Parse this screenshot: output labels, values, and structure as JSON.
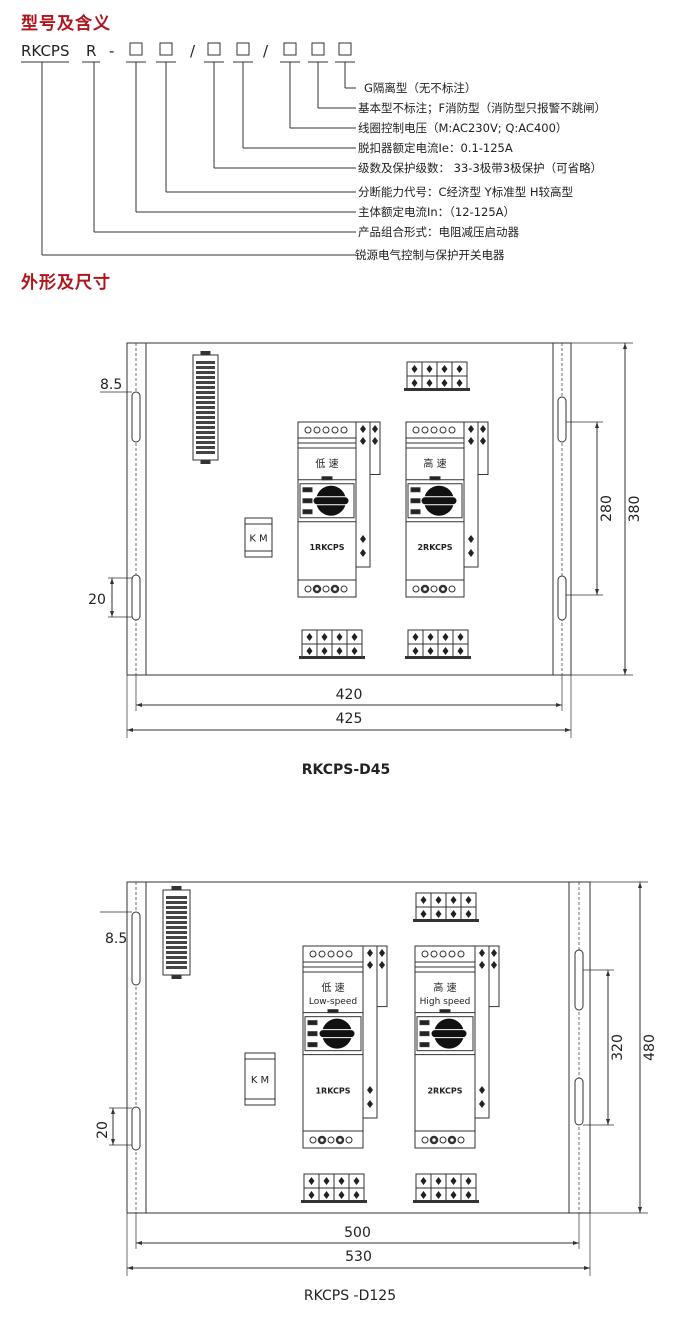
{
  "sections": {
    "model_title": "型号及含义",
    "dimensions_title": "外形及尺寸"
  },
  "model_code": {
    "prefix": "RKCPS",
    "r": "R",
    "dash": "-",
    "box": "□",
    "slash": "/"
  },
  "legend": [
    "G隔离型（无不标注）",
    "基本型不标注；F消防型（消防型只报警不跳闸）",
    "线圈控制电压（M:AC230V; Q:AC400）",
    "脱扣器额定电流Ie：0.1-125A",
    "级数及保护级数：  33-3极带3极保护（可省略）",
    "分断能力代号：C经济型   Y标准型   H较高型",
    "主体额定电流In：（12-125A）",
    "产品组合形式：电阻减压启动器",
    "锐源电气控制与保护开关电器"
  ],
  "diagrams": [
    {
      "name": "RKCPS-D45",
      "dims": {
        "slot_offset": "8.5",
        "slot_len": "20",
        "inner_height": "280",
        "height": "380",
        "inner_width": "420",
        "width": "425"
      },
      "km": "K M",
      "modules": [
        {
          "speed": "低     速",
          "speed_en": "",
          "id": "1RKCPS"
        },
        {
          "speed": "高     速",
          "speed_en": "",
          "id": "2RKCPS"
        }
      ]
    },
    {
      "name": "RKCPS -D125",
      "dims": {
        "slot_offset": "8.5",
        "slot_len": "20",
        "inner_height": "320",
        "height": "480",
        "inner_width": "500",
        "width": "530"
      },
      "km": "K M",
      "modules": [
        {
          "speed": "低     速",
          "speed_en": "Low-speed",
          "id": "1RKCPS"
        },
        {
          "speed": "高     速",
          "speed_en": "High speed",
          "id": "2RKCPS"
        }
      ]
    }
  ]
}
